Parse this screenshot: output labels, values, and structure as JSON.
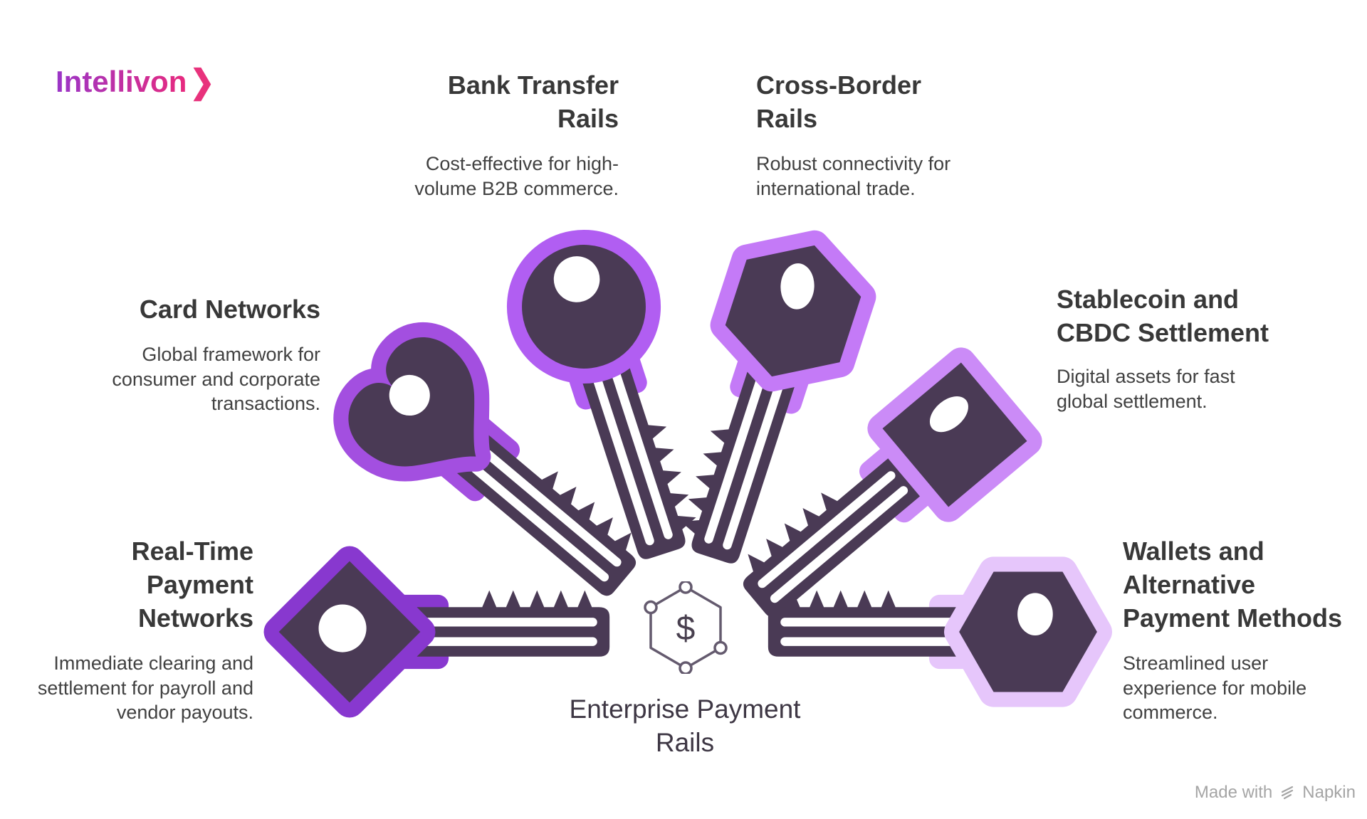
{
  "logo": {
    "name": "Intellivon",
    "chevron": "❯"
  },
  "items": [
    {
      "id": "bank-transfer",
      "title": "Bank Transfer Rails",
      "description": "Cost-effective for high-volume B2B commerce.",
      "accent": "#b15ef2",
      "icon": "key-round-head-icon"
    },
    {
      "id": "cross-border",
      "title": "Cross-Border Rails",
      "description": "Robust connectivity for international trade.",
      "accent": "#c47af7",
      "icon": "key-hexagon-head-icon"
    },
    {
      "id": "card-networks",
      "title": "Card Networks",
      "description": "Global framework for consumer and corporate transactions.",
      "accent": "#a34fe0",
      "icon": "key-heart-head-icon"
    },
    {
      "id": "stablecoin-cbdc",
      "title": "Stablecoin and CBDC Settlement",
      "description": "Digital assets for fast global settlement.",
      "accent": "#cb8bf7",
      "icon": "key-square-head-icon"
    },
    {
      "id": "real-time",
      "title": "Real-Time Payment Networks",
      "description": "Immediate clearing and settlement for payroll and vendor payouts.",
      "accent": "#8838cf",
      "icon": "key-diamond-head-icon"
    },
    {
      "id": "wallets",
      "title": "Wallets and Alternative Payment Methods",
      "description": "Streamlined user experience for mobile commerce.",
      "accent": "#e6c6fb",
      "icon": "key-hexagon-head-icon"
    }
  ],
  "center": {
    "label": "Enterprise Payment Rails",
    "currency": "$",
    "icon": "dollar-network-hexagon-icon"
  },
  "watermark": {
    "text": "Made with",
    "brand": "Napkin",
    "icon": "napkin-logo-icon"
  },
  "colors": {
    "key_body": "#4a3a55",
    "heading": "#383838",
    "description": "#414141",
    "center_label": "#3e3744",
    "watermark": "#a5a5a5"
  }
}
